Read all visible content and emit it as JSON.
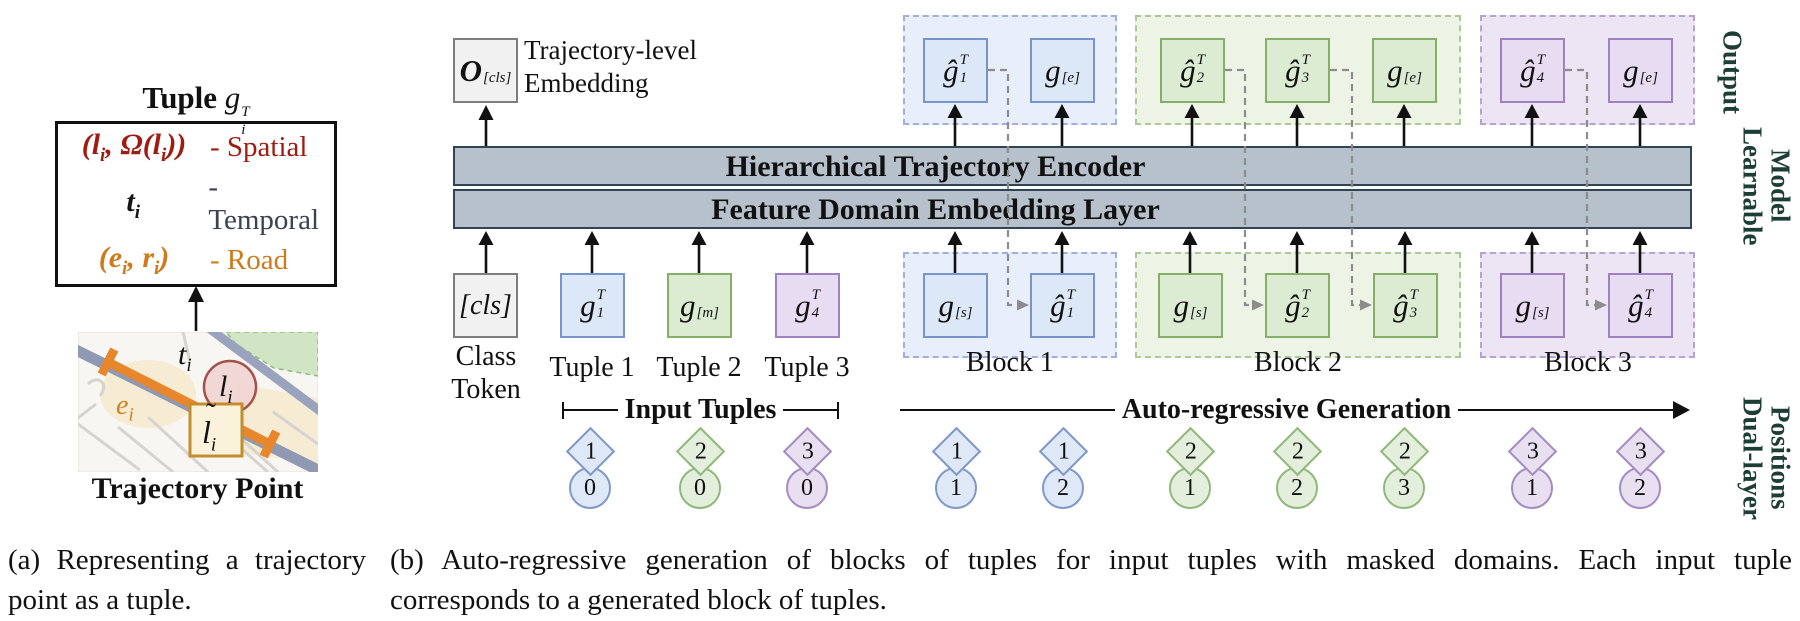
{
  "palette": {
    "blue_fill": "#dce8f7",
    "blue_border": "#7795cb",
    "green_fill": "#dcecd3",
    "green_border": "#85af68",
    "purple_fill": "#e7dcf1",
    "purple_border": "#9f80c0",
    "bar_fill": "#b7c1cc",
    "bar_border": "#2f4456",
    "side_label_color": "#1c3e34",
    "spatial_color": "#9e1d12",
    "road_color": "#cd7b1e",
    "feedback_gray": "#8c8c8c"
  },
  "a": {
    "title_word": "Tuple",
    "title_math": {
      "base": "g",
      "sup": "T",
      "sub": "i"
    },
    "rows": [
      {
        "p1": "(l",
        "s1": "i",
        "p2": ", Ω(l",
        "s2": "i",
        "p3": "))",
        "label": "- Spatial"
      },
      {
        "p1": "t",
        "s1": "i",
        "p2": "",
        "s2": "",
        "p3": "",
        "label": "- Temporal"
      },
      {
        "p1": "(e",
        "s1": "i",
        "p2": ", r",
        "s2": "i",
        "p3": ")",
        "label": "- Road"
      }
    ],
    "map_labels": {
      "t": {
        "base": "t",
        "sub": "i"
      },
      "l": {
        "base": "l",
        "sub": "i"
      },
      "lt": {
        "base": "l",
        "sub": "i",
        "accent": "˜"
      },
      "e": {
        "base": "e",
        "sub": "i"
      }
    },
    "point_label": "Trajectory Point",
    "caption_l1": "(a) Representing a trajectory",
    "caption_l2": "point as a tuple."
  },
  "b": {
    "cls_out": {
      "base": "O",
      "sup": "",
      "sub": "[cls]"
    },
    "traj_embed_l1": "Trajectory-level",
    "traj_embed_l2": "Embedding",
    "encoder_label": "Hierarchical Trajectory Encoder",
    "embedding_label": "Feature Domain Embedding Layer",
    "cls_caption_l1": "Class",
    "cls_caption_l2": "Token",
    "tuple_captions": [
      "Tuple 1",
      "Tuple 2",
      "Tuple 3"
    ],
    "input_tuples_label": "Input Tuples",
    "autoreg_label": "Auto-regressive Generation",
    "block_captions": [
      "Block 1",
      "Block 2",
      "Block 3"
    ],
    "out_boxes": [
      {
        "base": "ĝ",
        "sup": "T",
        "sub": "1"
      },
      {
        "base": "g",
        "sup": "",
        "sub": "[e]"
      },
      {
        "base": "ĝ",
        "sup": "T",
        "sub": "2"
      },
      {
        "base": "ĝ",
        "sup": "T",
        "sub": "3"
      },
      {
        "base": "g",
        "sup": "",
        "sub": "[e]"
      },
      {
        "base": "ĝ",
        "sup": "T",
        "sub": "4"
      },
      {
        "base": "g",
        "sup": "",
        "sub": "[e]"
      }
    ],
    "in_boxes": [
      {
        "base": "[cls]",
        "sup": "",
        "sub": ""
      },
      {
        "base": "g",
        "sup": "T",
        "sub": "1"
      },
      {
        "base": "g",
        "sup": "",
        "sub": "[m]"
      },
      {
        "base": "g",
        "sup": "T",
        "sub": "4"
      },
      {
        "base": "g",
        "sup": "",
        "sub": "[s]"
      },
      {
        "base": "ĝ",
        "sup": "T",
        "sub": "1"
      },
      {
        "base": "g",
        "sup": "",
        "sub": "[s]"
      },
      {
        "base": "ĝ",
        "sup": "T",
        "sub": "2"
      },
      {
        "base": "ĝ",
        "sup": "T",
        "sub": "3"
      },
      {
        "base": "g",
        "sup": "",
        "sub": "[s]"
      },
      {
        "base": "ĝ",
        "sup": "T",
        "sub": "4"
      }
    ],
    "side_labels": {
      "output": "Output",
      "learnable_l1": "Learnable",
      "learnable_l2": "Model",
      "dual_l1": "Dual-layer",
      "dual_l2": "Positions"
    },
    "markers": [
      {
        "diamond": "1",
        "circle": "0",
        "tone": "blue"
      },
      {
        "diamond": "2",
        "circle": "0",
        "tone": "green"
      },
      {
        "diamond": "3",
        "circle": "0",
        "tone": "purple"
      },
      {
        "diamond": "1",
        "circle": "1",
        "tone": "blue"
      },
      {
        "diamond": "1",
        "circle": "2",
        "tone": "blue"
      },
      {
        "diamond": "2",
        "circle": "1",
        "tone": "green"
      },
      {
        "diamond": "2",
        "circle": "2",
        "tone": "green"
      },
      {
        "diamond": "2",
        "circle": "3",
        "tone": "green"
      },
      {
        "diamond": "3",
        "circle": "1",
        "tone": "purple"
      },
      {
        "diamond": "3",
        "circle": "2",
        "tone": "purple"
      }
    ],
    "caption_l1": "(b) Auto-regressive generation of blocks of tuples for input tuples with masked domains. Each input tuple",
    "caption_l2": "corresponds to a generated block of tuples."
  }
}
